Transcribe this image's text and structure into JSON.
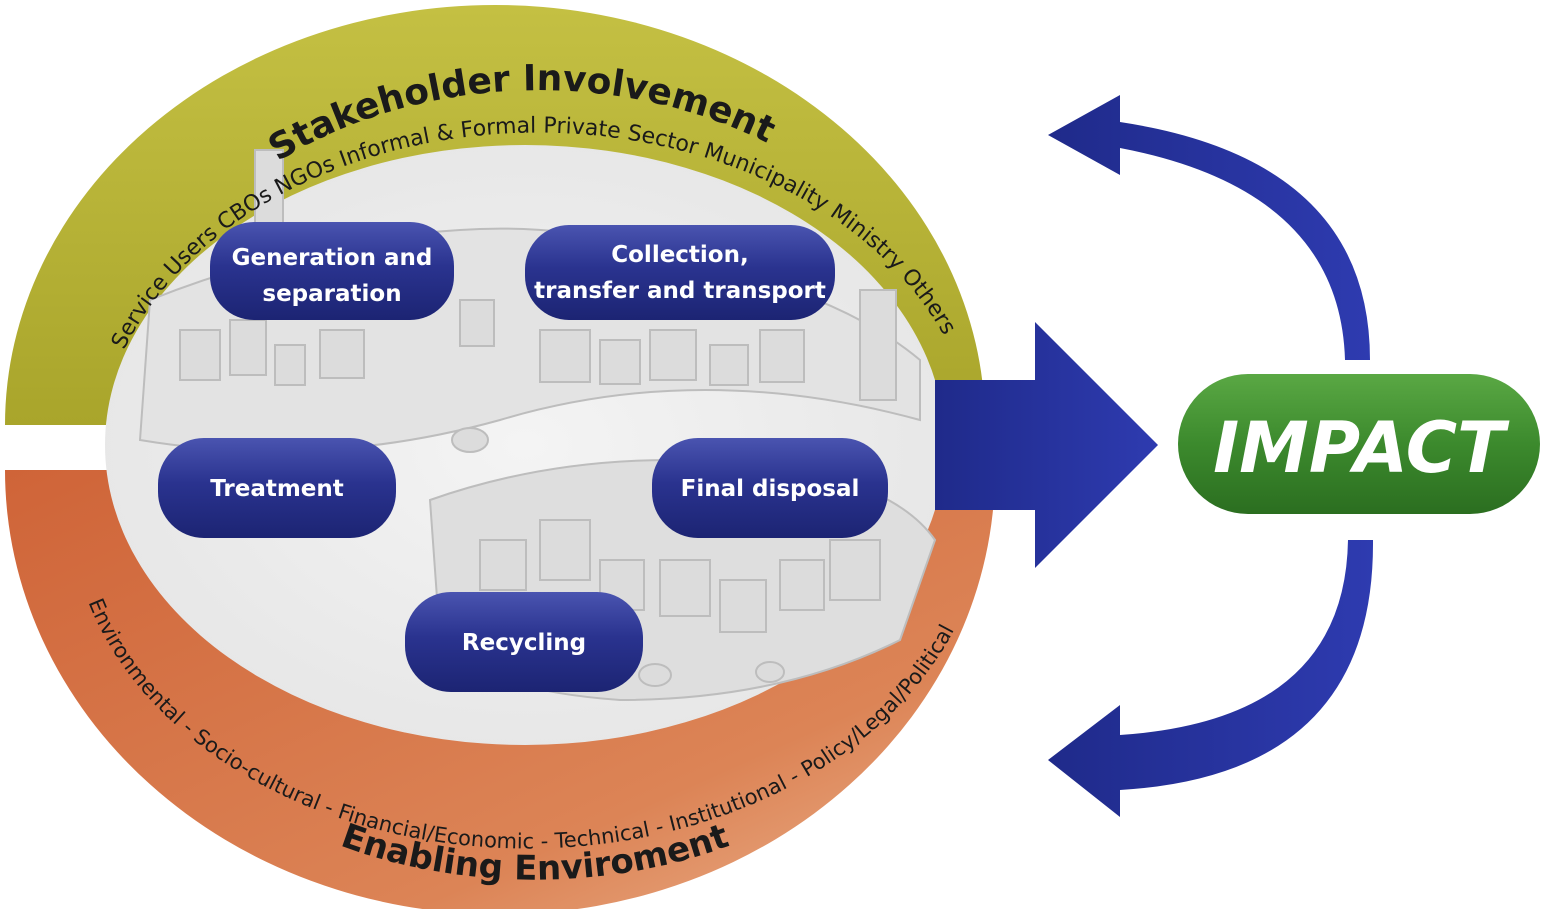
{
  "stakeholder": {
    "title": "Stakeholder Involvement",
    "members": "Service Users  CBOs  NGOs  Informal & Formal Private Sector  Municipality  Ministry Others"
  },
  "enabling": {
    "title": "Enabling Enviroment",
    "aspects": "Environmental - Socio-cultural - Financial/Economic - Technical - Institutional - Policy/Legal/Political"
  },
  "stages": {
    "generation_line1": "Generation and",
    "generation_line2": "separation",
    "collection_line1": "Collection,",
    "collection_line2": "transfer and transport",
    "treatment": "Treatment",
    "final_disposal": "Final disposal",
    "recycling": "Recycling"
  },
  "impact": {
    "label": "IMPACT"
  },
  "colors": {
    "stakeholder_ring": "#b7b235",
    "enabling_ring": "#d77248",
    "stage_pill": "#27318c",
    "arrow": "#24309a",
    "impact_pill": "#3f8d2f",
    "town_sketch": "#bdbdbd"
  }
}
